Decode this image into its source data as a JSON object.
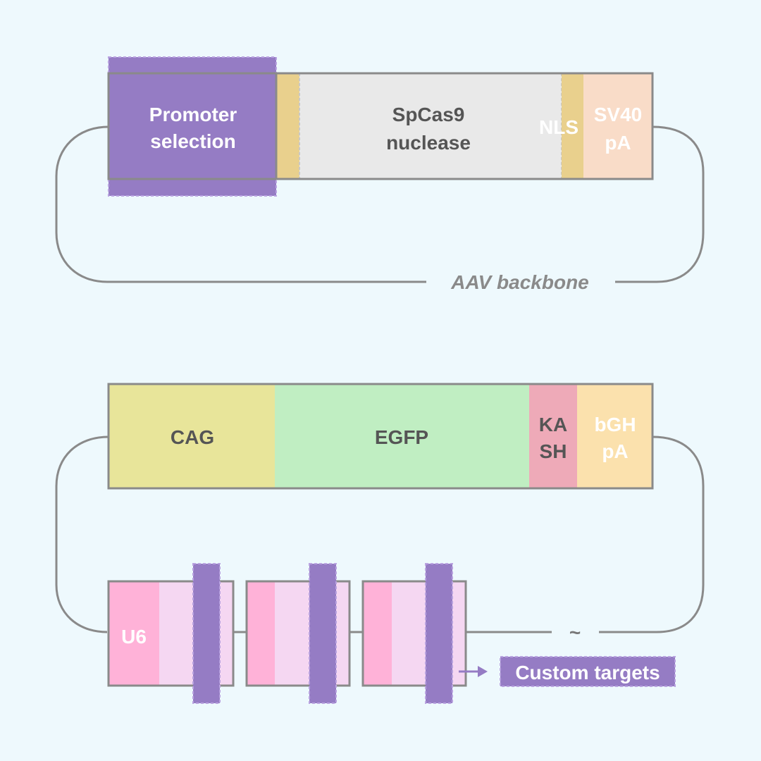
{
  "colors": {
    "background": "#eef9fd",
    "outline": "#8a8a8a",
    "promoter": "#957cc4",
    "nls": "#e9d08d",
    "spcas9": "#e9e9e9",
    "sv40": "#f9dcc8",
    "cag": "#e8e59a",
    "egfp": "#c0eec2",
    "kash": "#eeaab8",
    "bgh": "#fbe1ad",
    "u6": "#ffb2d8",
    "scaffold": "#f5d7f2",
    "spacer": "#957cc4",
    "text_white": "#ffffff",
    "text_dark": "#555555",
    "text_backbone": "#8a8a8a"
  },
  "vector1": {
    "promoter": {
      "line1": "Promoter",
      "line2": "selection"
    },
    "spcas9": {
      "line1": "SpCas9",
      "line2": "nuclease"
    },
    "nls": "NLS",
    "sv40": {
      "line1": "SV40",
      "line2": "pA"
    },
    "backbone_label": "AAV backbone"
  },
  "vector2": {
    "cag": "CAG",
    "egfp": "EGFP",
    "kash": {
      "line1": "KA",
      "line2": "SH"
    },
    "bgh": {
      "line1": "bGH",
      "line2": "pA"
    },
    "u6": "U6",
    "tilde": "~",
    "custom_targets": "Custom targets"
  }
}
